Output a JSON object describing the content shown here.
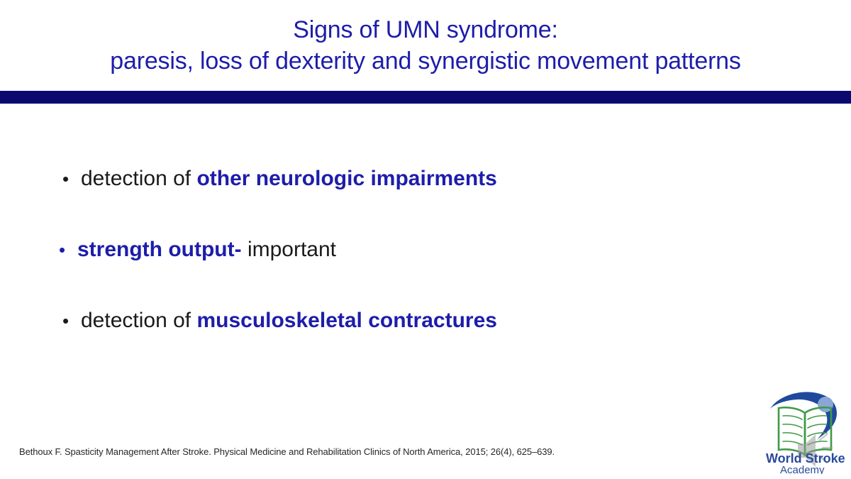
{
  "slide": {
    "title": {
      "line1": "Signs of UMN syndrome:",
      "line2": "paresis, loss of dexterity and synergistic movement patterns",
      "color": "#1d1dab"
    },
    "divider": {
      "color": "#0a0a6e"
    },
    "bullets": [
      {
        "marker": "•",
        "marker_color": "#1a1a1a",
        "lead": "detection of ",
        "emphasis": "other neurologic impairments",
        "trail": "",
        "emphasis_color": "#1d1dab"
      },
      {
        "marker": "•",
        "marker_color": "#1d1dab",
        "lead": "",
        "emphasis": "strength output-",
        "trail": " important",
        "emphasis_color": "#1d1dab"
      },
      {
        "marker": "•",
        "marker_color": "#1a1a1a",
        "lead": "detection of ",
        "emphasis": "musculoskeletal contractures",
        "trail": "",
        "emphasis_color": "#1d1dab"
      }
    ],
    "citation": "Bethoux F. Spasticity Management After Stroke. Physical Medicine and Rehabilitation Clinics of North America, 2015; 26(4), 625–639.",
    "logo": {
      "name": "world-stroke-academy-logo",
      "line1": "World Stroke",
      "line2": "Academy",
      "text_color": "#2a4a9c",
      "swoosh_color": "#1f4a9c",
      "book_color": "#3f9a46",
      "dot_color": "#8aa6d6",
      "speaker_color": "#9a9a9a"
    }
  }
}
